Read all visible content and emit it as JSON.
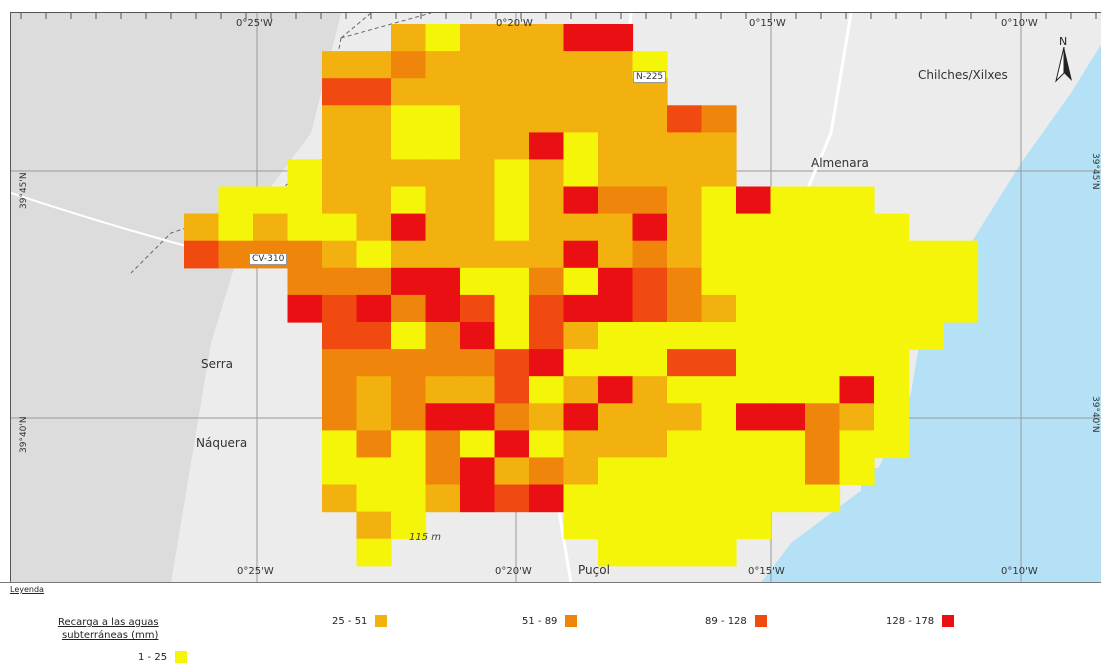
{
  "map": {
    "graticule_top": [
      "0°25'W",
      "0°20'W",
      "0°15'W",
      "0°10'W"
    ],
    "graticule_bottom": [
      "0°25'W",
      "0°20'W",
      "0°15'W",
      "0°10'W"
    ],
    "lat_labels": [
      "39°45'N",
      "39°40'N"
    ],
    "places": {
      "chilches": "Chilches/Xilxes",
      "almenara": "Almenara",
      "serra": "Serra",
      "naquera": "Náquera",
      "pucol": "Puçol"
    },
    "roads": {
      "n225": "N-225",
      "cv310": "CV-310"
    },
    "elevation": "115 m",
    "north": "N",
    "colors": {
      "c1": "#f5f50a",
      "c2": "#f2b10e",
      "c3": "#f0850c",
      "c4": "#f04a10",
      "c5": "#ea0f12",
      "sea": "#b4e1f6",
      "land": "#ececec"
    }
  },
  "legend": {
    "heading_small": "Leyenda",
    "title_line1": "Recarga a las  aguas",
    "title_line2": "subterráneas (mm)",
    "classes": [
      {
        "label": "1 - 25",
        "color": "#f5f50a"
      },
      {
        "label": "25 - 51",
        "color": "#f2b10e"
      },
      {
        "label": "51 - 89",
        "color": "#f0850c"
      },
      {
        "label": "89 - 128",
        "color": "#f04a10"
      },
      {
        "label": "128 - 178",
        "color": "#ea0f12"
      }
    ]
  }
}
